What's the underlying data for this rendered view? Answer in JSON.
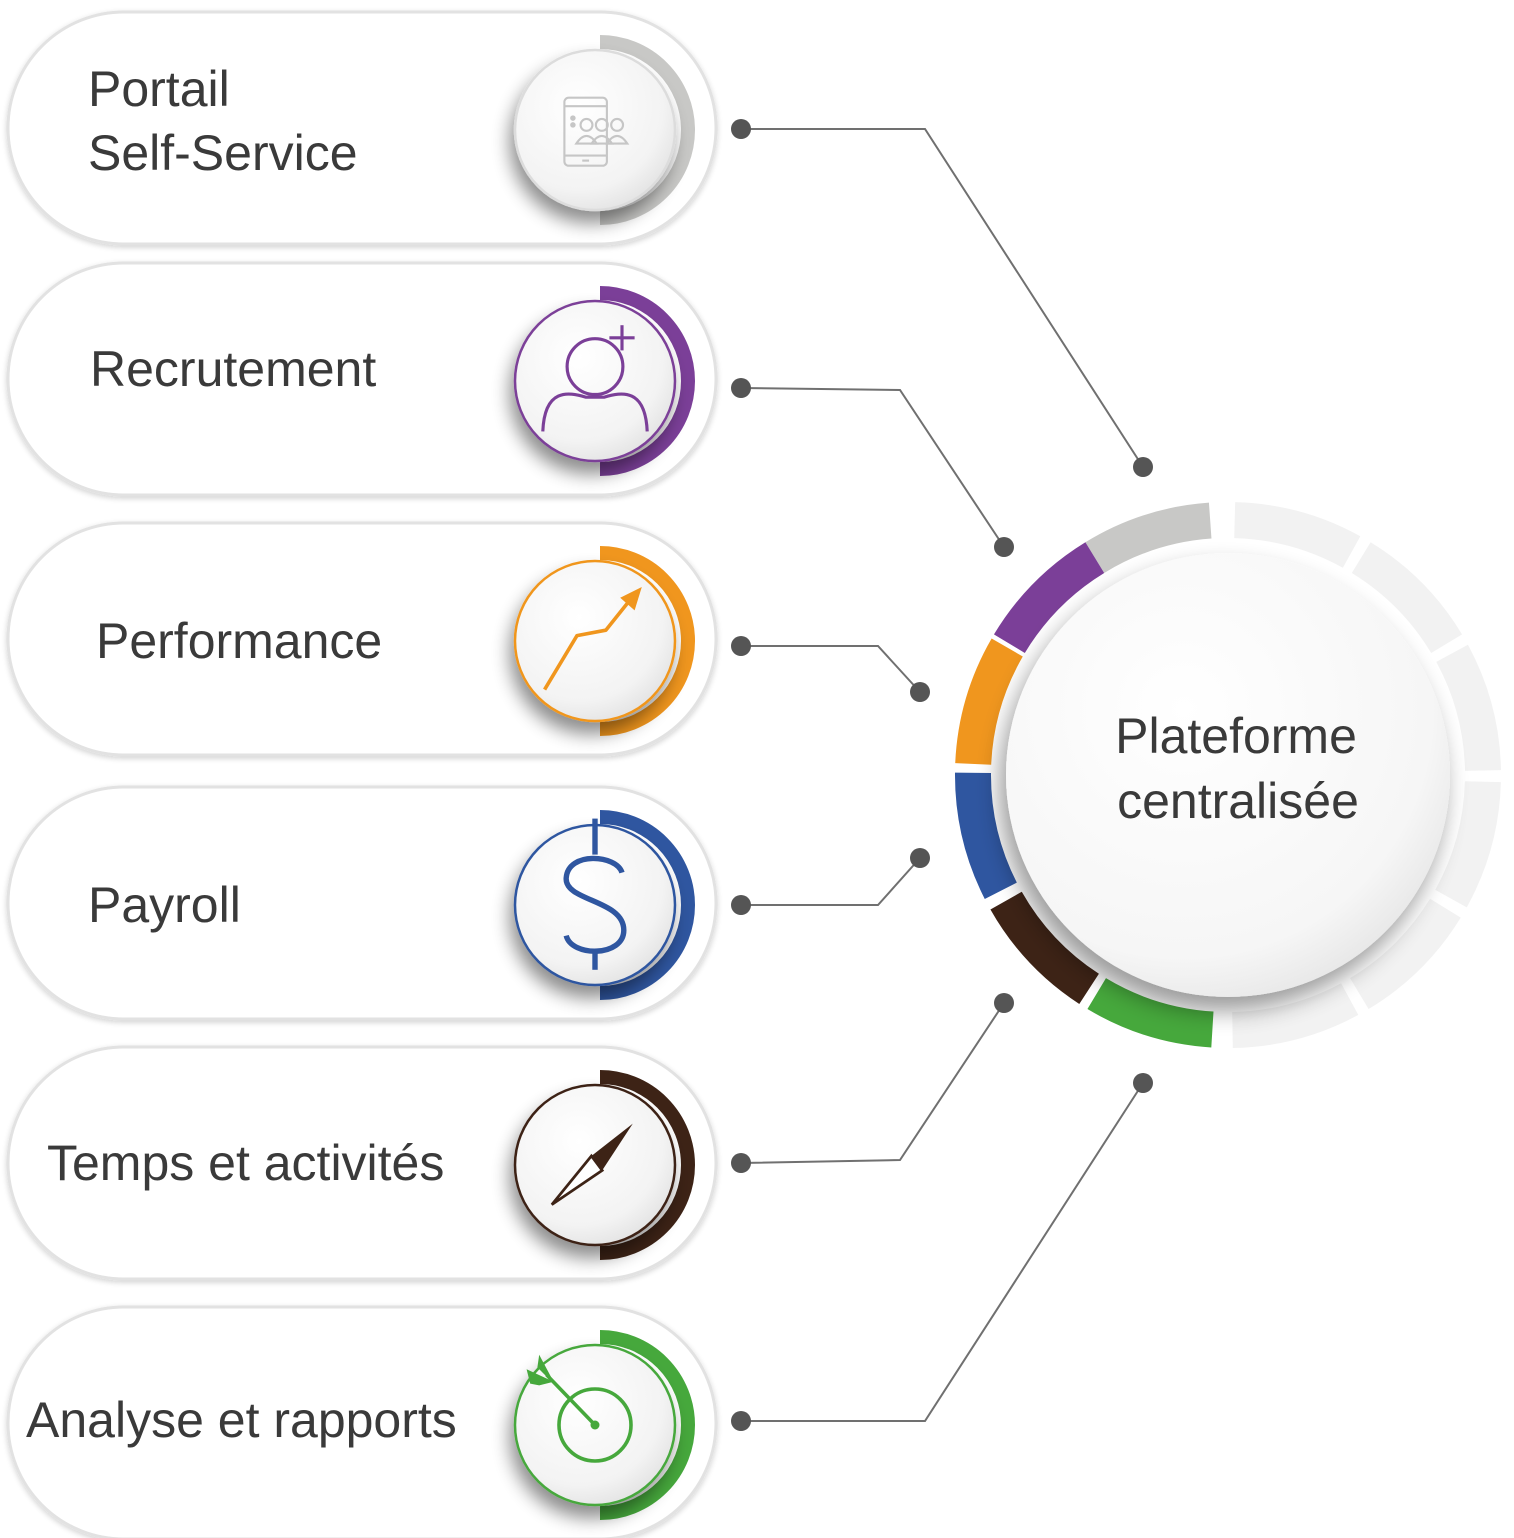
{
  "hub": {
    "line1": "Plateforme",
    "line2": "centralisée"
  },
  "modules": [
    {
      "line1": "Portail",
      "line2": "Self-Service",
      "icon": "self-service-users-icon",
      "color": "#c8c8c6"
    },
    {
      "line1": "Recrutement",
      "line2": "",
      "icon": "add-user-icon",
      "color": "#7b3f98"
    },
    {
      "line1": "Performance",
      "line2": "",
      "icon": "growth-arrow-icon",
      "color": "#f0961e"
    },
    {
      "line1": "Payroll",
      "line2": "",
      "icon": "dollar-icon",
      "color": "#2f56a0"
    },
    {
      "line1": "Temps et activités",
      "line2": "",
      "icon": "compass-icon",
      "color": "#3d2316"
    },
    {
      "line1": "Analyse et rapports",
      "line2": "",
      "icon": "target-icon",
      "color": "#46a83c"
    }
  ]
}
